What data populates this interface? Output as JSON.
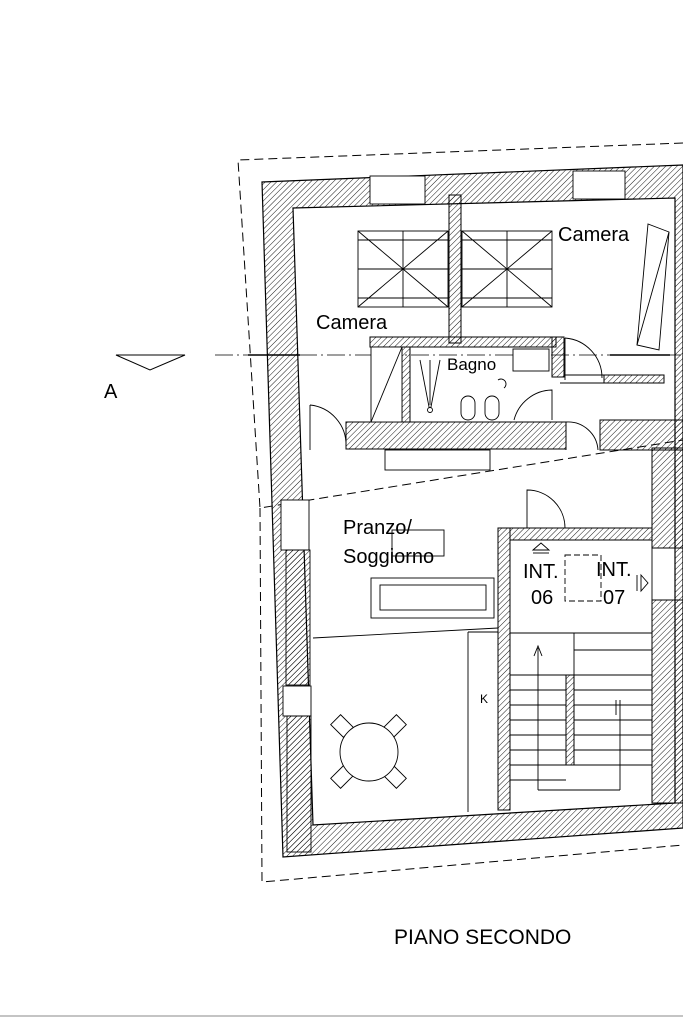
{
  "labels": {
    "section_marker": "A",
    "room_camera_left": "Camera",
    "room_camera_right": "Camera",
    "room_bagno": "Bagno",
    "room_pranzo_line1": "Pranzo/",
    "room_pranzo_line2": "Soggiorno",
    "unit_a_line1": "INT.",
    "unit_a_line2": "06",
    "unit_b_line1": "INT.",
    "unit_b_line2": "07",
    "kitchen_mark": "K",
    "floor_title": "PIANO SECONDO"
  },
  "colors": {
    "ink": "#000000",
    "background": "#ffffff"
  }
}
